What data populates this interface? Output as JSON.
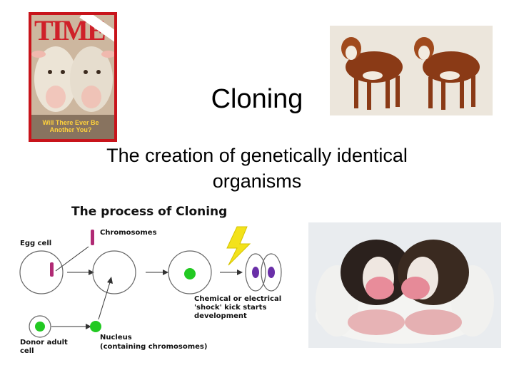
{
  "slide": {
    "title": "Cloning",
    "subtitle": "The creation of genetically identical organisms"
  },
  "time_cover": {
    "logo": "TIME",
    "tagline": "Will There Ever Be Another You?"
  },
  "diagram": {
    "title": "The process of Cloning",
    "labels": {
      "egg_cell": "Egg cell",
      "chromosomes": "Chromosomes",
      "donor_cell": "Donor adult cell",
      "nucleus": "Nucleus",
      "nucleus_note": "(containing chromosomes)",
      "shock": "Chemical or electrical 'shock' kick starts development"
    }
  },
  "images": {
    "calves": "two identical brown-and-white calves",
    "puppies": "two cloned puppies held in gloved hands"
  },
  "colors": {
    "time_red": "#c8141b",
    "nucleus_green": "#22c922",
    "shock_yellow": "#f3e21b",
    "chromosome_purple": "#6a2fa8"
  }
}
